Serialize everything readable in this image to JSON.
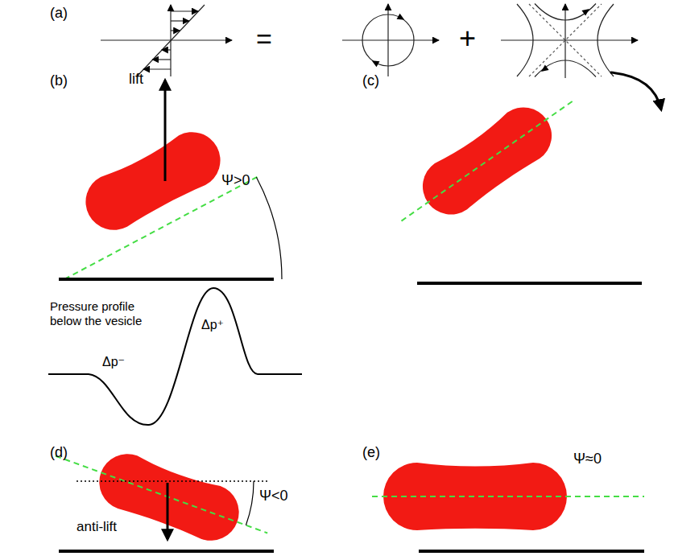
{
  "diagram": {
    "labels": [
      "(a)",
      "=",
      "+",
      "(b)",
      "lift",
      "Ψ>0",
      "Pressure profile below the vesicle",
      "Δp⁻",
      "Δp⁺",
      "(c)",
      "(d)",
      "anti-lift",
      "Ψ<0",
      "(e)",
      "Ψ≈0"
    ]
  }
}
